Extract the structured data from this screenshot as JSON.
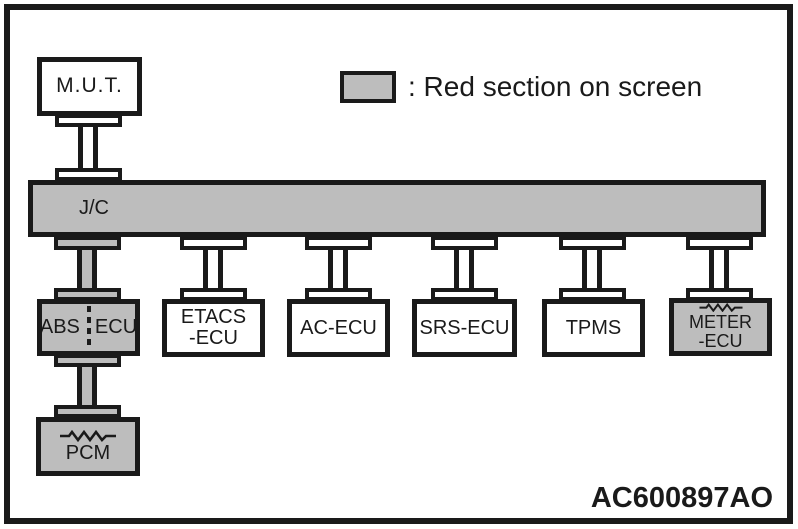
{
  "colors": {
    "highlight_gray": "#bdbdbd",
    "line": "#1a1a1a",
    "background": "#ffffff"
  },
  "legend": {
    "label": ": Red section on screen",
    "swatch_meaning": "red-section-highlight"
  },
  "figure_code": "AC600897AO",
  "diagram": {
    "mut": {
      "label": "M.U.T.",
      "highlighted": false
    },
    "bus": {
      "label": "J/C",
      "highlighted": true
    },
    "nodes": {
      "abs": {
        "label_left": "ABS",
        "label_right": "ECU",
        "highlighted": true,
        "divider": "dashed"
      },
      "etacs": {
        "label": "ETACS\n-ECU",
        "highlighted": false
      },
      "ac": {
        "label": "AC-ECU",
        "highlighted": false
      },
      "srs": {
        "label": "SRS-ECU",
        "highlighted": false
      },
      "tpms": {
        "label": "TPMS",
        "highlighted": false
      },
      "meter": {
        "label": "METER\n-ECU",
        "highlighted": true,
        "has_termination_resistor": true
      },
      "pcm": {
        "label": "PCM",
        "highlighted": true,
        "has_termination_resistor": true
      }
    }
  }
}
